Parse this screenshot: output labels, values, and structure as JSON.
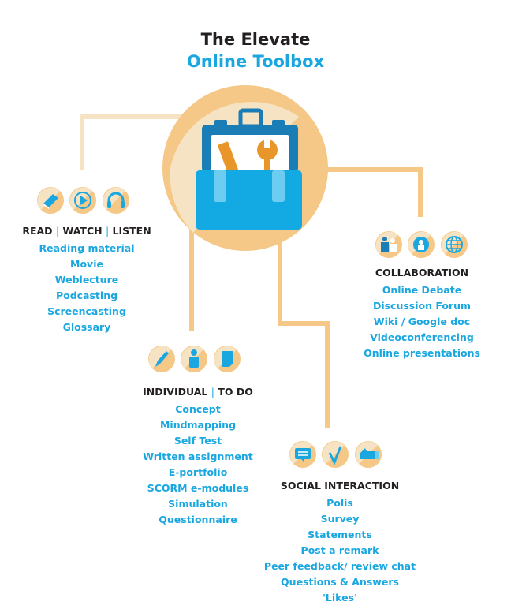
{
  "title_line1": "The Elevate",
  "title_line2": "Online Toolbox",
  "colors": {
    "blue": "#1aa7e0",
    "dark_blue": "#1a7db5",
    "orange": "#e8962a",
    "light_peach": "#f6e3c3",
    "peach": "#f5c888",
    "text": "#231f20"
  },
  "groups": {
    "read": {
      "heading_parts": [
        "READ",
        "WATCH",
        "LISTEN"
      ],
      "separator": "|",
      "icons": [
        "book-icon",
        "play-icon",
        "headphones-icon"
      ],
      "items": [
        "Reading material",
        "Movie",
        "Weblecture",
        "Podcasting",
        "Screencasting",
        "Glossary"
      ]
    },
    "collab": {
      "heading": "COLLABORATION",
      "icons": [
        "group-icon",
        "person-chat-icon",
        "globe-icon"
      ],
      "items": [
        "Online Debate",
        "Discussion Forum",
        "Wiki / Google doc",
        "Videoconferencing",
        "Online presentations"
      ]
    },
    "individual": {
      "heading_parts": [
        "INDIVIDUAL",
        "TO DO"
      ],
      "separator": "|",
      "icons": [
        "pencil-icon",
        "person-icon",
        "document-icon"
      ],
      "items": [
        "Concept",
        "Mindmapping",
        "Self Test",
        "Written assignment",
        "E-portfolio",
        "SCORM e-modules",
        "Simulation",
        "Questionnaire"
      ]
    },
    "social": {
      "heading": "SOCIAL INTERACTION",
      "icons": [
        "speech-bubble-icon",
        "checkmark-icon",
        "thumbs-up-icon"
      ],
      "items": [
        "Polis",
        "Survey",
        "Statements",
        "Post a remark",
        "Peer feedback/ review chat",
        "Questions & Answers",
        "'Likes'"
      ]
    }
  }
}
